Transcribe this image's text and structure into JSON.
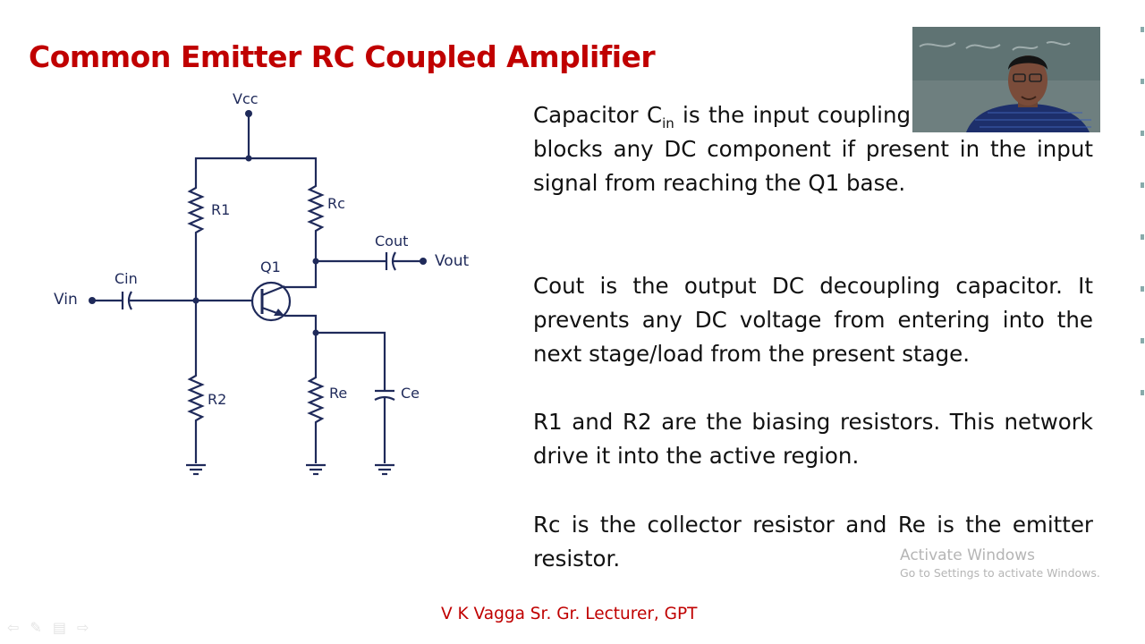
{
  "slide": {
    "title": "Common Emitter RC Coupled Amplifier",
    "footer": "V K Vagga Sr. Gr. Lecturer, GPT"
  },
  "circuit": {
    "labels": {
      "vcc": "Vcc",
      "r1": "R1",
      "r2": "R2",
      "rc": "Rc",
      "re": "Re",
      "ce": "Ce",
      "cin": "Cin",
      "cout": "Cout",
      "q1": "Q1",
      "vin": "Vin",
      "vout": "Vout"
    }
  },
  "text": {
    "p1_pre": "Capacitor C",
    "p1_sub": "in",
    "p1_post": " is the input coupling capacitor which blocks any DC component if present in the input signal from reaching the Q1 base.",
    "p2": "Cout is the output DC decoupling capacitor. It prevents any DC voltage from entering into the next stage/load from the present stage.",
    "p3": "R1 and R2 are the biasing resistors. This network drive it into the active region.",
    "p4": "Rc is the collector resistor and Re is the emitter resistor."
  },
  "overlay": {
    "activate_title": "Activate Windows",
    "activate_sub": "Go to Settings to activate Windows."
  },
  "colors": {
    "title": "#c00000",
    "footer": "#c00000",
    "circuit": "#1f2a5a",
    "body_text": "#111111"
  },
  "icons": [
    "ground-icon",
    "resistor-icon",
    "capacitor-icon",
    "npn-transistor-icon",
    "webcam-presenter"
  ]
}
